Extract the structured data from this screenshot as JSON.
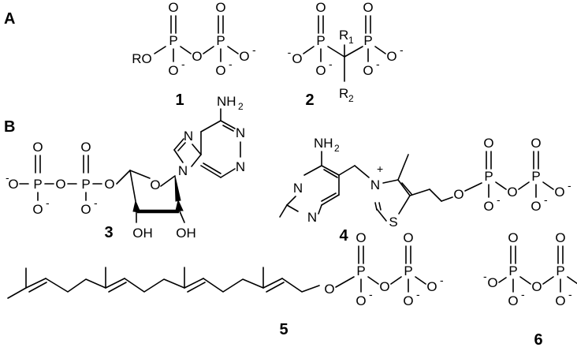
{
  "panel_labels": {
    "a": "A",
    "b": "B"
  },
  "compound_numbers": {
    "c1": "1",
    "c2": "2",
    "c3": "3",
    "c4": "4",
    "c5": "5",
    "c6": "6"
  },
  "atoms": {
    "O": "O",
    "P": "P",
    "N": "N",
    "S": "S",
    "RO": "RO",
    "OH": "OH",
    "NH": "NH",
    "R": "R",
    "two": "2",
    "one": "1",
    "minus": "-",
    "plus": "+"
  }
}
